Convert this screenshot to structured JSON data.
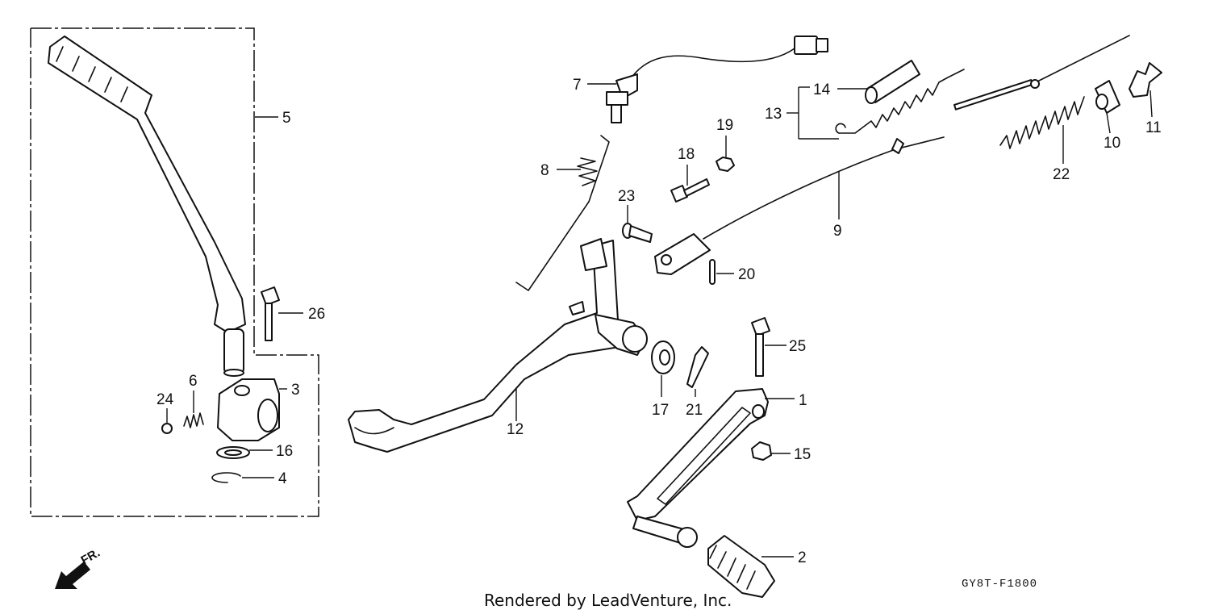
{
  "callouts": {
    "c1": "1",
    "c2": "2",
    "c3": "3",
    "c4": "4",
    "c5": "5",
    "c6": "6",
    "c7": "7",
    "c8": "8",
    "c9": "9",
    "c10": "10",
    "c11": "11",
    "c12": "12",
    "c13": "13",
    "c14": "14",
    "c15": "15",
    "c16": "16",
    "c17": "17",
    "c18": "18",
    "c19": "19",
    "c20": "20",
    "c21": "21",
    "c22": "22",
    "c23": "23",
    "c24": "24",
    "c25": "25",
    "c26": "26"
  },
  "orientation": {
    "label": "FR.",
    "icon": "arrow-front-icon"
  },
  "diagram_code": "GY8T-F1800",
  "credit": "Rendered by LeadVenture, Inc.",
  "colors": {
    "line": "#111111",
    "background": "#ffffff"
  }
}
